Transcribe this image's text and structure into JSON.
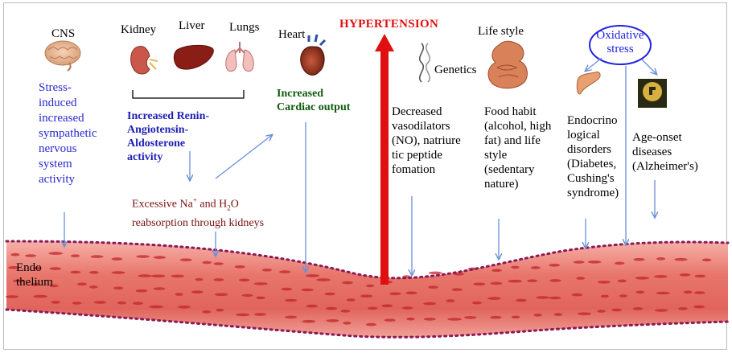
{
  "title": "HYPERTENSION",
  "organs": {
    "cns": "CNS",
    "kidney": "Kidney",
    "liver": "Liver",
    "lungs": "Lungs",
    "heart": "Heart",
    "genetics": "Genetics",
    "lifestyle": "Life style",
    "oxidative_stress": "Oxidative stress"
  },
  "factors": {
    "stress_induced": [
      "Stress-",
      "induced",
      "increased",
      "sympathetic",
      "nervous",
      "system",
      "activity"
    ],
    "renin": [
      "Increased Renin-",
      "Angiotensin-",
      "Aldosterone",
      "activity"
    ],
    "cardiac": [
      "Increased",
      "Cardiac output"
    ],
    "sodium_line1_prefix": "Excessive Na",
    "sodium_sup": "+",
    "sodium_line1_mid": " and H",
    "sodium_sub": "2",
    "sodium_line1_suffix": "O",
    "sodium_line2": "reabsorption through kidneys",
    "vasodilators": [
      "Decreased",
      "vasodilators",
      "(NO), natriure",
      "tic peptide",
      "fomation"
    ],
    "food_habit": [
      "Food habit",
      "(alcohol, high",
      "fat) and life",
      "style",
      "(sedentary",
      "nature)"
    ],
    "endocrine": [
      "Endocrino",
      "logical",
      "disorders",
      "(Diabetes,",
      "Cushing's",
      "syndrome)"
    ],
    "age_onset": [
      "Age-onset",
      "diseases",
      "(Alzheimer's)"
    ]
  },
  "endothelium_label": [
    "Endo",
    "thelium"
  ],
  "colors": {
    "title_red": "#e01010",
    "arrow_blue": "#6a8fd6",
    "oval_blue": "#2323e0",
    "tissue": "#e46a62",
    "cell_dot": "#8b1a55"
  }
}
